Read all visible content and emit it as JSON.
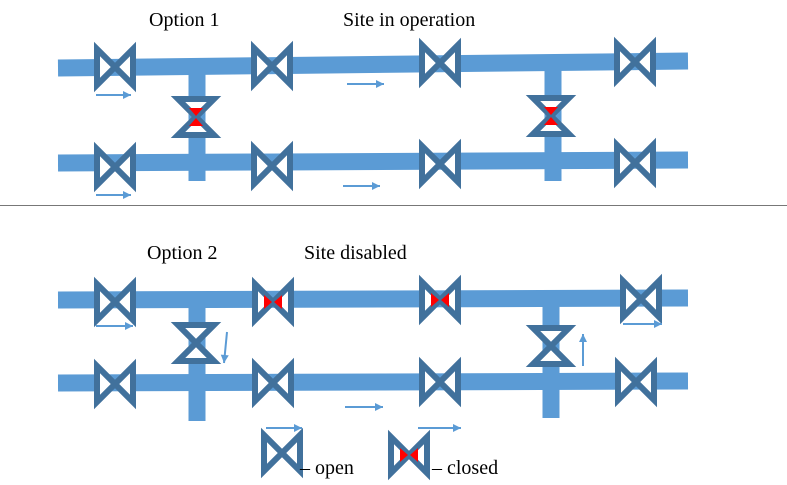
{
  "option1": {
    "label": "Option 1",
    "status": "Site in operation"
  },
  "option2": {
    "label": "Option 2",
    "status": "Site disabled"
  },
  "legend": {
    "open_label": "– open",
    "closed_label": "– closed"
  },
  "colors": {
    "pipe": "#5b9bd5",
    "valve_fill": "#ffffff",
    "valve_stroke": "#41719c",
    "closed_marker": "#ff0000",
    "flow_arrow": "#5b9bd5",
    "divider": "#777777",
    "text": "#000000"
  },
  "valves": {
    "option1": [
      {
        "id": "top-1",
        "state": "open"
      },
      {
        "id": "top-2",
        "state": "open"
      },
      {
        "id": "top-3",
        "state": "open"
      },
      {
        "id": "top-4",
        "state": "open"
      },
      {
        "id": "bottom-1",
        "state": "open"
      },
      {
        "id": "bottom-2",
        "state": "open"
      },
      {
        "id": "bottom-3",
        "state": "open"
      },
      {
        "id": "bottom-4",
        "state": "open"
      },
      {
        "id": "crossover-left",
        "state": "closed"
      },
      {
        "id": "crossover-right",
        "state": "closed"
      }
    ],
    "option2": [
      {
        "id": "top-1",
        "state": "open"
      },
      {
        "id": "top-2",
        "state": "closed"
      },
      {
        "id": "top-3",
        "state": "closed"
      },
      {
        "id": "top-4",
        "state": "open"
      },
      {
        "id": "bottom-1",
        "state": "open"
      },
      {
        "id": "bottom-2",
        "state": "open"
      },
      {
        "id": "bottom-3",
        "state": "open"
      },
      {
        "id": "bottom-4",
        "state": "open"
      },
      {
        "id": "crossover-left",
        "state": "open"
      },
      {
        "id": "crossover-right",
        "state": "open"
      }
    ]
  }
}
